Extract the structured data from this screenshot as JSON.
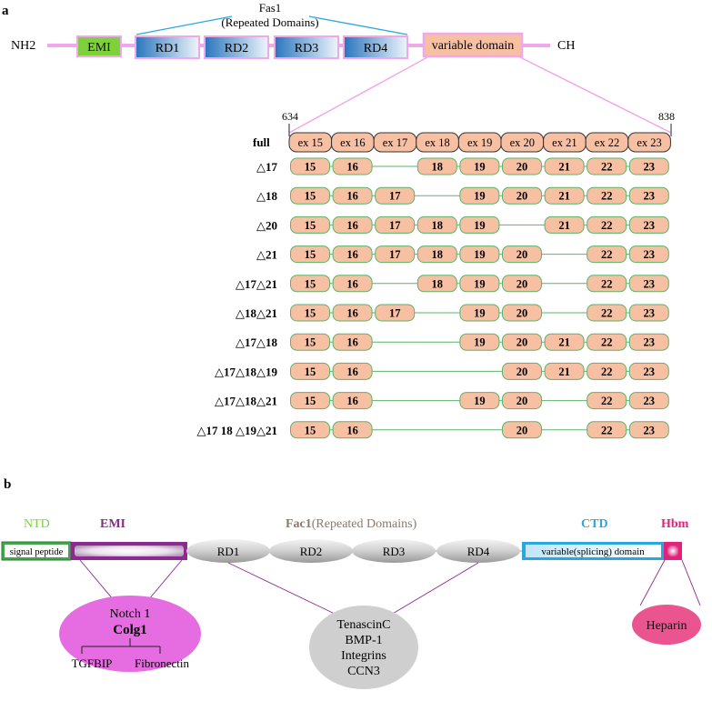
{
  "panel_a": {
    "label": "a",
    "nh2": "NH2",
    "ch": "CH",
    "fas1_title": "Fas1",
    "fas1_subtitle": "(Repeated Domains)",
    "domains": [
      "EMI",
      "RD1",
      "RD2",
      "RD3",
      "RD4",
      "variable domain"
    ],
    "pos_start": "634",
    "pos_end": "838",
    "full_label": "full",
    "full_exons": [
      "ex 15",
      "ex 16",
      "ex 17",
      "ex 18",
      "ex 19",
      "ex 20",
      "ex 21",
      "ex 22",
      "ex 23"
    ],
    "isoforms": [
      {
        "label": "△17",
        "exons": [
          "15",
          "16",
          "",
          "18",
          "19",
          "20",
          "21",
          "22",
          "23"
        ]
      },
      {
        "label": "△18",
        "exons": [
          "15",
          "16",
          "17",
          "",
          "19",
          "20",
          "21",
          "22",
          "23"
        ]
      },
      {
        "label": "△20",
        "exons": [
          "15",
          "16",
          "17",
          "18",
          "19",
          "",
          "21",
          "22",
          "23"
        ]
      },
      {
        "label": "△21",
        "exons": [
          "15",
          "16",
          "17",
          "18",
          "19",
          "20",
          "",
          "22",
          "23"
        ]
      },
      {
        "label": "△17△21",
        "exons": [
          "15",
          "16",
          "",
          "18",
          "19",
          "20",
          "",
          "22",
          "23"
        ]
      },
      {
        "label": "△18△21",
        "exons": [
          "15",
          "16",
          "17",
          "",
          "19",
          "20",
          "",
          "22",
          "23"
        ]
      },
      {
        "label": "△17△18",
        "exons": [
          "15",
          "16",
          "",
          "",
          "19",
          "20",
          "21",
          "22",
          "23"
        ]
      },
      {
        "label": "△17△18△19",
        "exons": [
          "15",
          "16",
          "",
          "",
          "",
          "20",
          "21",
          "22",
          "23"
        ]
      },
      {
        "label": "△17△18△21",
        "exons": [
          "15",
          "16",
          "",
          "",
          "19",
          "20",
          "",
          "22",
          "23"
        ]
      },
      {
        "label": "△17 18 △19△21",
        "exons": [
          "15",
          "16",
          "",
          "",
          "",
          "20",
          "",
          "22",
          "23"
        ]
      }
    ]
  },
  "panel_b": {
    "label": "b",
    "ntd": "NTD",
    "emi": "EMI",
    "fac1_title": "Fac1",
    "fac1_subtitle": "(Repeated Domains)",
    "ctd": "CTD",
    "hbm": "Hbm",
    "signal_peptide": "signal peptide",
    "rds": [
      "RD1",
      "RD2",
      "RD3",
      "RD4"
    ],
    "variable": "variable(splicing) domain",
    "emi_partners": {
      "top": "Notch 1",
      "mid": "Colg1",
      "left": "TGFBIP",
      "right": "Fibronectin"
    },
    "rd_partners": [
      "TenascinC",
      "BMP-1",
      "Integrins",
      "CCN3"
    ],
    "hbm_partner": "Heparin",
    "colors": {
      "pink_line": "#f0a8ec",
      "exon_fill": "#f8c0a2",
      "exon_stroke": "#5ab46a",
      "emi_green": "#7ed13a",
      "rd_blue": "#2f7dc3",
      "purple": "#8b2a8f",
      "cyan": "#2aa7e0",
      "magenta": "#e0227a",
      "gray": "#cfcfcf"
    }
  }
}
